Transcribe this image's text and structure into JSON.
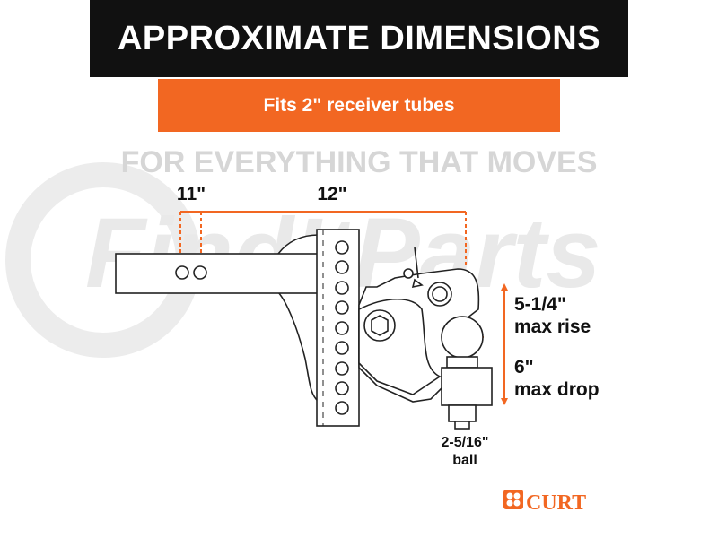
{
  "header": {
    "title": "APPROXIMATE DIMENSIONS",
    "subtitle": "Fits 2\" receiver tubes"
  },
  "dimensions": {
    "shank_min": "11\"",
    "shank_max": "12\"",
    "rise_value": "5-1/4\"",
    "rise_label": "max rise",
    "drop_value": "6\"",
    "drop_label": "max drop",
    "ball_size": "2-5/16\"",
    "ball_label": "ball"
  },
  "watermark": {
    "brand": "FindItParts",
    "tagline": "FOR EVERYTHING THAT MOVES"
  },
  "logo": {
    "text": "CURT"
  },
  "colors": {
    "accent": "#f26722",
    "header_bg": "#111111"
  }
}
